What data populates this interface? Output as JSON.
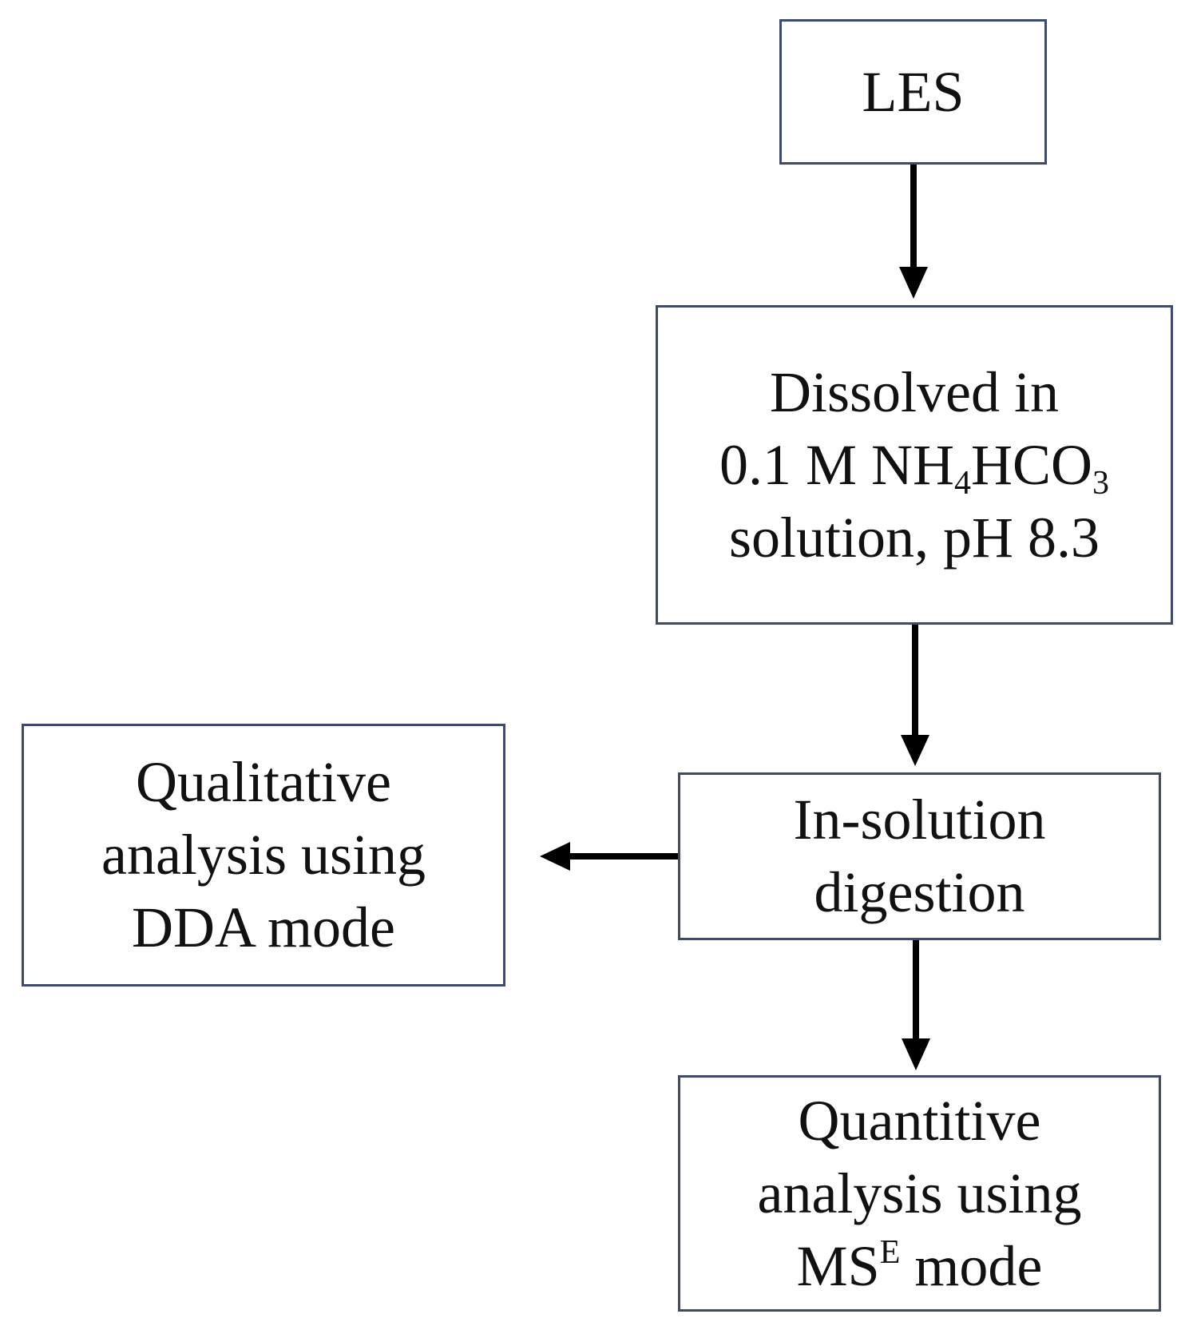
{
  "flowchart": {
    "les": {
      "text": "LES"
    },
    "dissolved": {
      "line1": "Dissolved  in",
      "line2_a": "0.1 M NH",
      "line2_sub1": "4",
      "line2_b": "HCO",
      "line2_sub2": "3",
      "line3": "solution,  pH 8.3"
    },
    "digestion": {
      "line1": "In-solution",
      "line2": "digestion"
    },
    "qualitative": {
      "line1": "Qualitative",
      "line2": "analysis  using",
      "line3": "DDA mode"
    },
    "quantitative": {
      "line1": "Quantitive",
      "line2": "analysis  using",
      "line3_a": "MS",
      "line3_sup": "E",
      "line3_b": " mode"
    }
  }
}
